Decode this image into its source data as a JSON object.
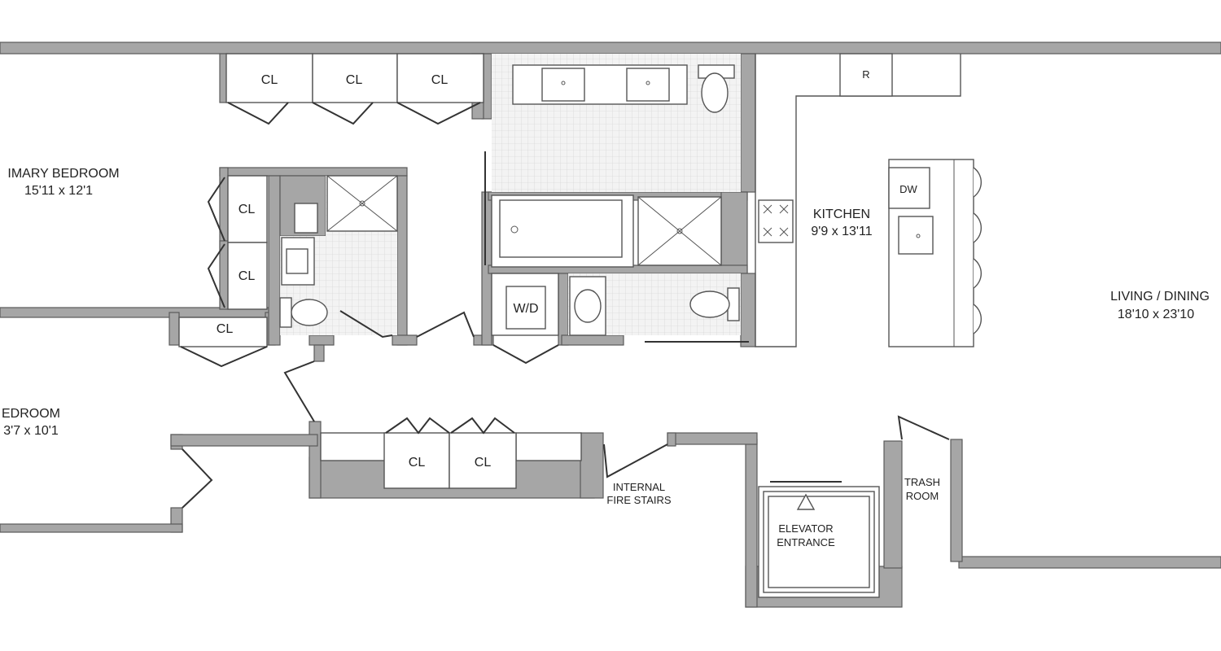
{
  "rooms": {
    "primary_bedroom": {
      "name": "IMARY BEDROOM",
      "dims": "15'11 x 12'1"
    },
    "bedroom": {
      "name": "EDROOM",
      "dims": "3'7 x 10'1"
    },
    "kitchen": {
      "name": "KITCHEN",
      "dims": "9'9 x 13'11"
    },
    "living_dining": {
      "name": "LIVING / DINING",
      "dims": "18'10 x 23'10"
    },
    "fire_stairs": {
      "line1": "INTERNAL",
      "line2": "FIRE STAIRS"
    },
    "elevator": {
      "line1": "ELEVATOR",
      "line2": "ENTRANCE"
    },
    "trash": {
      "line1": "TRASH",
      "line2": "ROOM"
    }
  },
  "fixtures": {
    "closet": "CL",
    "washer_dryer": "W/D",
    "dishwasher": "DW",
    "refrigerator": "R"
  }
}
